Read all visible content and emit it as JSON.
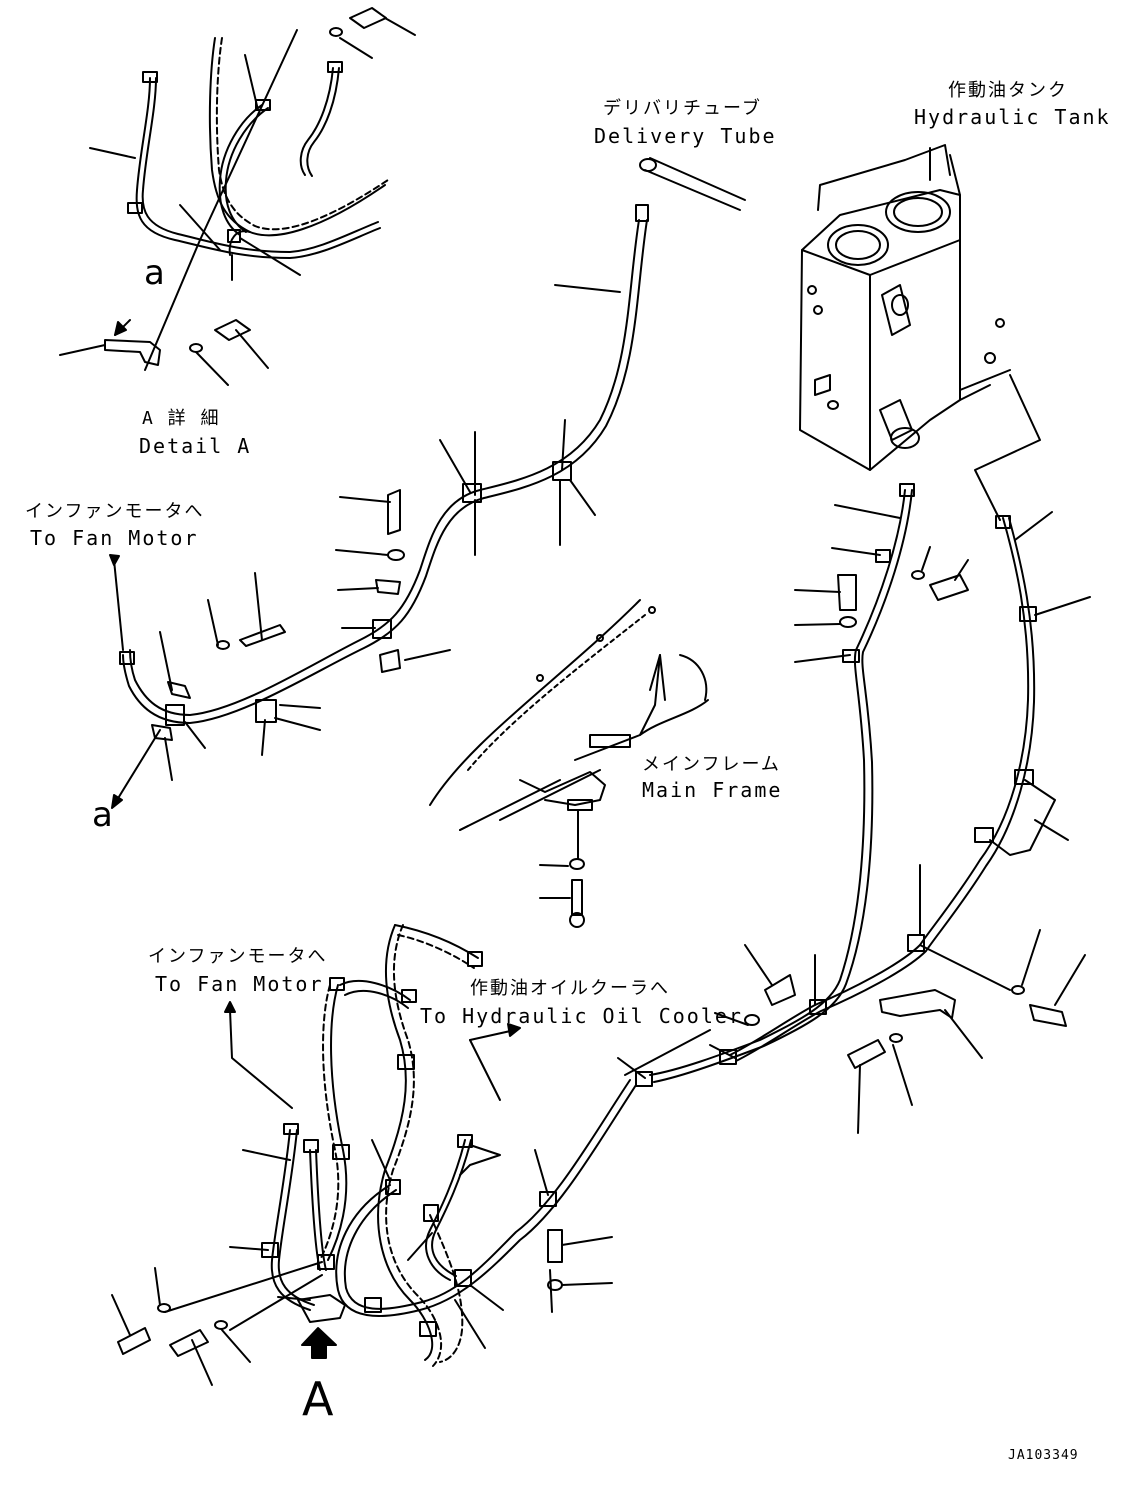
{
  "labels": {
    "delivery_tube_jp": "デリバリチューブ",
    "delivery_tube_en": "Delivery Tube",
    "hydraulic_tank_jp": "作動油タンク",
    "hydraulic_tank_en": "Hydraulic Tank",
    "detail_a_jp": "A 詳 細",
    "detail_a_en": "Detail A",
    "to_fan_motor_upper_jp": "インファンモータへ",
    "to_fan_motor_upper_en": "To Fan Motor",
    "main_frame_jp": "メインフレーム",
    "main_frame_en": "Main Frame",
    "to_fan_motor_lower_jp": "インファンモータへ",
    "to_fan_motor_lower_en": "To Fan Motor",
    "to_oil_cooler_jp": "作動油オイルクーラへ",
    "to_oil_cooler_en": "To Hydraulic Oil Cooler",
    "ref_a_upper": "a",
    "ref_a_lower": "a",
    "view_a": "A",
    "drawing_code": "JA103349"
  }
}
